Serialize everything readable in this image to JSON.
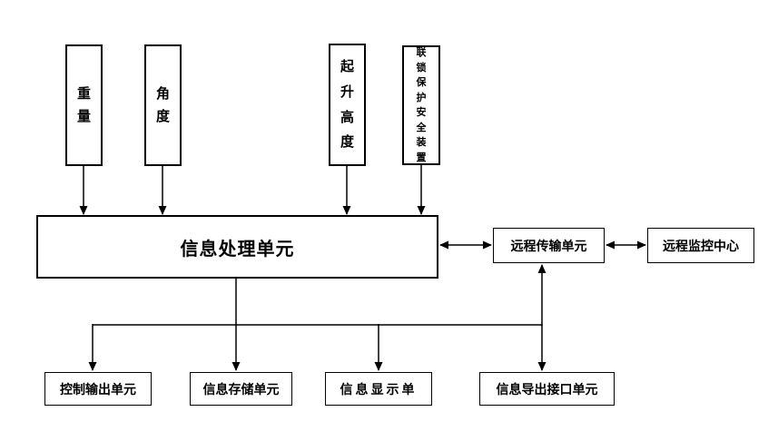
{
  "diagram": {
    "sensors": [
      {
        "label": "重量"
      },
      {
        "label": "角度"
      },
      {
        "label": "起升高度"
      },
      {
        "label": "联锁保护安全装置"
      }
    ],
    "processor": {
      "label": "信息处理单元"
    },
    "remote": {
      "transmission": {
        "label": "远程传输单元"
      },
      "monitoring": {
        "label": "远程监控中心"
      }
    },
    "outputs": [
      {
        "label": "控制输出单元"
      },
      {
        "label": "信息存储单元"
      },
      {
        "label": "信息显示单"
      },
      {
        "label": "信息导出接口单元"
      }
    ],
    "colors": {
      "line": "#000000",
      "background": "#ffffff"
    }
  }
}
